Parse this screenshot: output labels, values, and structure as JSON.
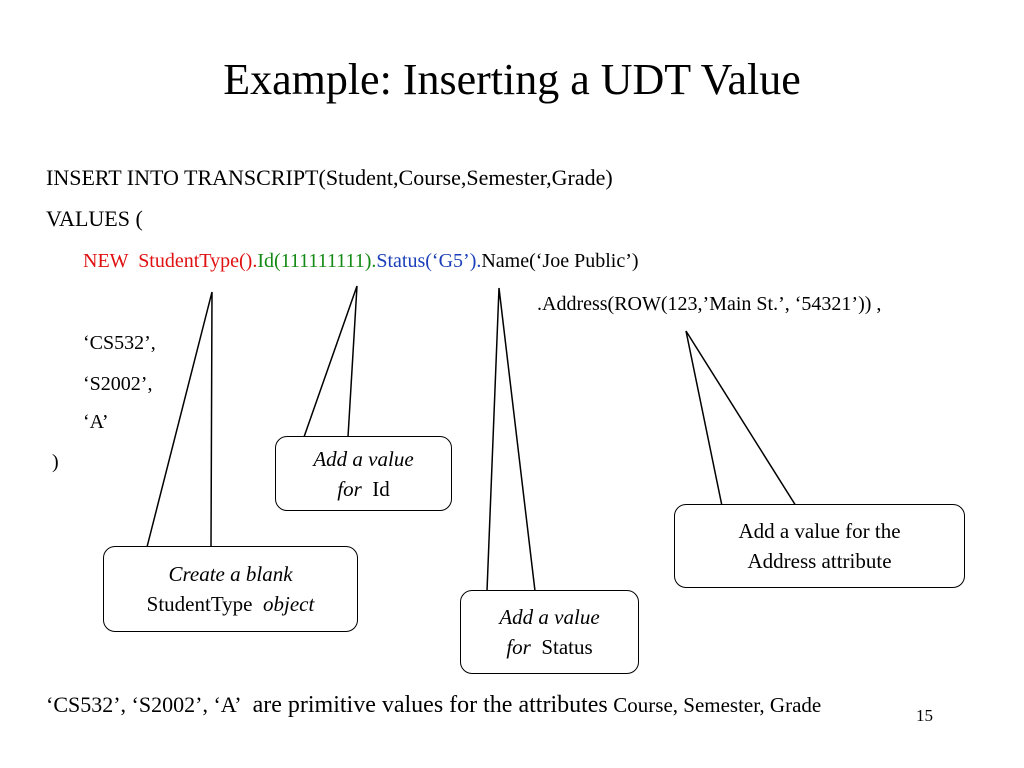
{
  "slide": {
    "title": "Example: Inserting a UDT Value",
    "page_number": "15"
  },
  "code": {
    "line1": "INSERT INTO  TRANSCRIPT(Student,Course,Semester,Grade)",
    "line2": "VALUES  (",
    "line3": {
      "new_kw": "NEW  ",
      "constructor": "StudentType().",
      "id_call": "Id(111111111).",
      "status_call": "Status(‘G5’).",
      "name_call": "Name(‘Joe Public’)"
    },
    "line4": ".Address(ROW(123,’Main St.’, ‘54321’)) ,",
    "line5": "‘CS532’,",
    "line6": "‘S2002’,",
    "line7": "‘A’",
    "line8": ")"
  },
  "callouts": {
    "id": {
      "italic": "Add a value",
      "italic2": "for",
      "plain": "Id"
    },
    "student_type": {
      "italic": "Create a blank",
      "plain": "StudentType",
      "italic2": "object"
    },
    "status": {
      "italic": "Add a value",
      "italic2": "for",
      "plain": "Status"
    },
    "address": {
      "line1": "Add a value for the",
      "line2": "Address attribute"
    }
  },
  "footer": {
    "values": "‘CS532’, ‘S2002’, ‘A’",
    "middle": "are primitive values for the attributes",
    "attrs": "Course, Semester, Grade"
  },
  "colors": {
    "new_and_constructor": "#e01010",
    "id_call": "#138a13",
    "status_call": "#1a3fb8"
  }
}
